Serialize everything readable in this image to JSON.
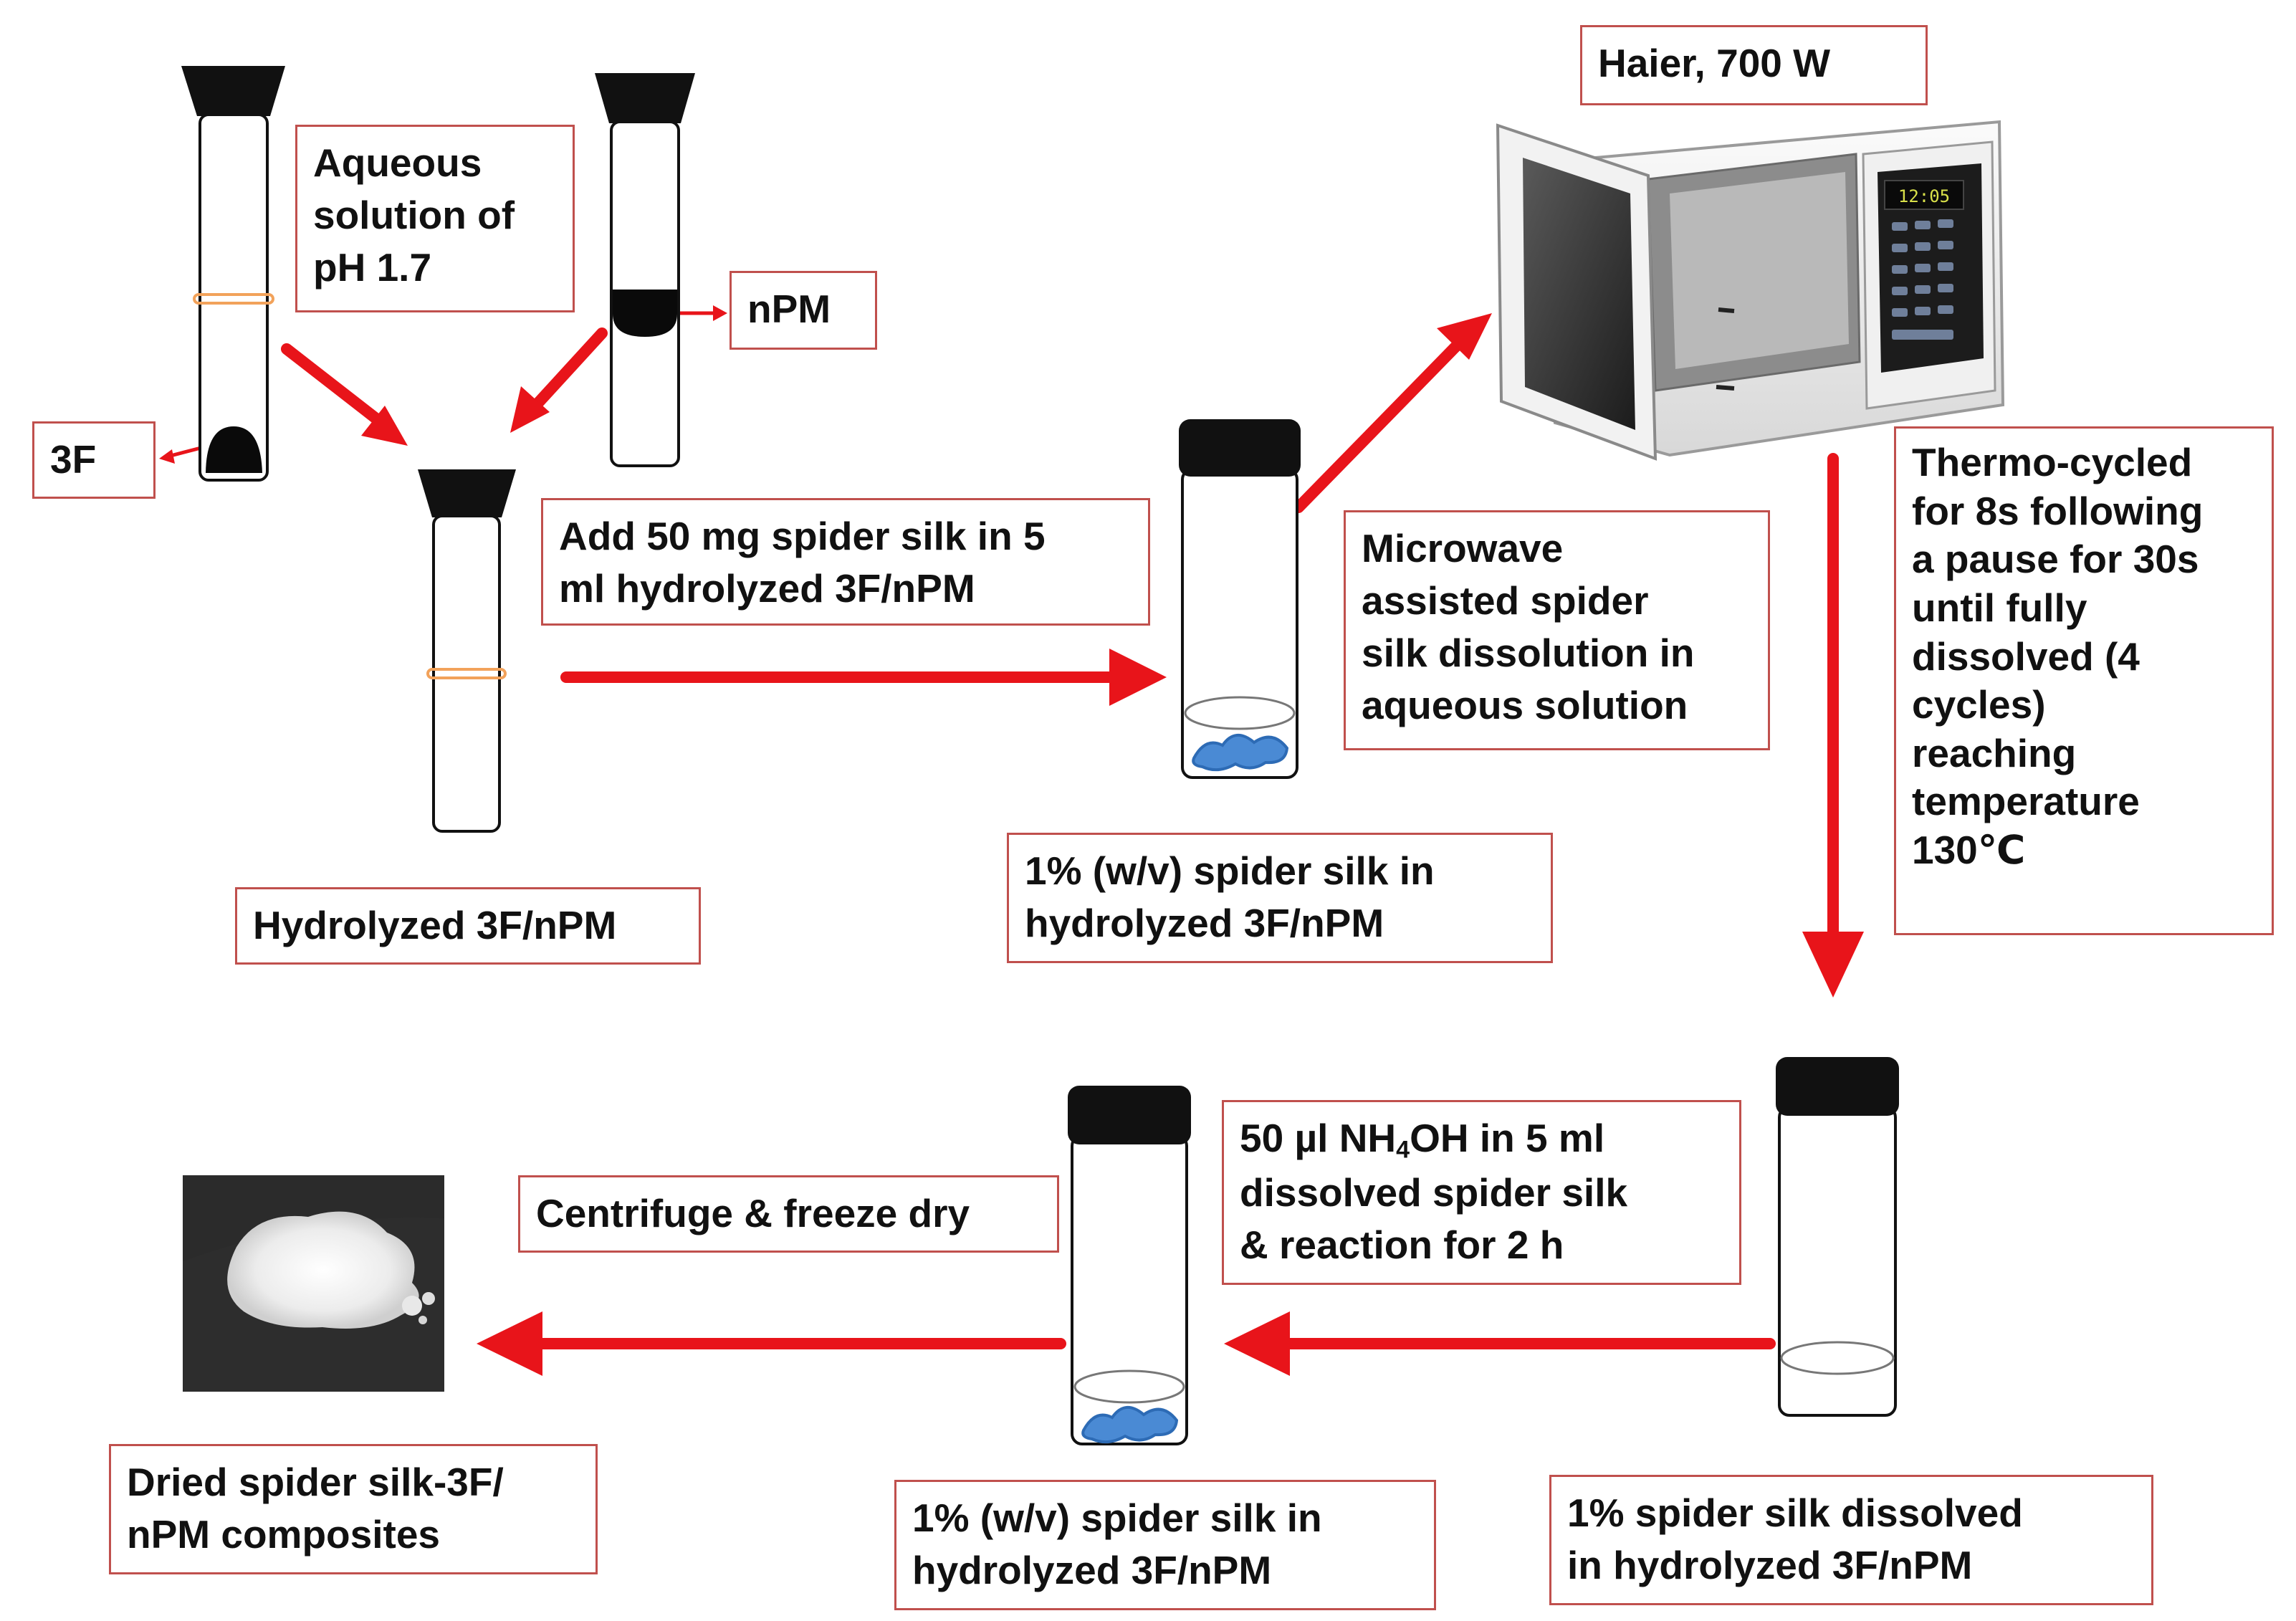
{
  "labels": {
    "aqueous": [
      "Aqueous",
      "solution of",
      "pH 1.7"
    ],
    "npm": "nPM",
    "f3": "3F",
    "add_silk": [
      "Add 50 mg spider silk in 5",
      "ml hydrolyzed 3F/nPM"
    ],
    "hydrolyzed": "Hydrolyzed 3F/nPM",
    "silk_in_hydro_top": [
      "1% (w/v) spider silk in",
      "hydrolyzed 3F/nPM"
    ],
    "microwave_step": [
      "Microwave",
      "assisted spider",
      "silk dissolution in",
      "aqueous solution"
    ],
    "haier": "Haier, 700 W",
    "thermo": [
      "Thermo-cycled",
      "for 8s following",
      "a pause for 30s",
      "until fully",
      "dissolved (4",
      "cycles)",
      "reaching",
      "temperature",
      "130℃"
    ],
    "nh4oh": {
      "line1_pre": "50 µl NH",
      "line1_sub": "4",
      "line1_post": "OH in 5 ml",
      "line2": "dissolved spider silk",
      "line3": "& reaction for 2 h"
    },
    "centrifuge": "Centrifuge & freeze dry",
    "dried": [
      "Dried spider silk-3F/",
      "nPM composites"
    ],
    "silk_in_hydro_bottom": [
      "1% (w/v) spider silk in",
      "hydrolyzed 3F/nPM"
    ],
    "dissolved": [
      "1% spider silk dissolved",
      "in hydrolyzed 3F/nPM"
    ]
  },
  "microwave": {
    "display": "12:05"
  },
  "colors": {
    "arrow": "#e8141a",
    "box_border": "#c0504d",
    "cap": "#111111",
    "silk": "#4a8ad4",
    "band": "#f2a25a"
  }
}
